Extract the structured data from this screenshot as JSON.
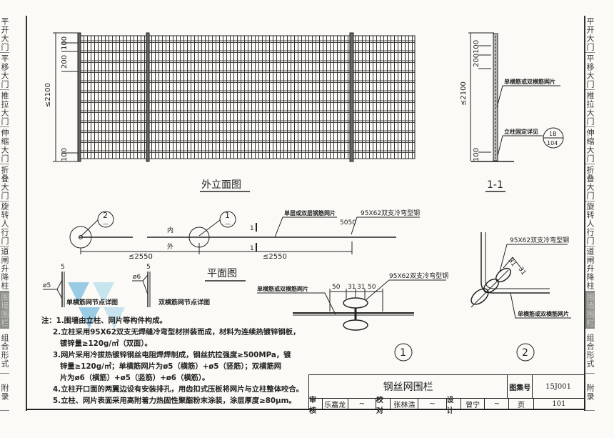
{
  "side_tabs": [
    "平开大门",
    "平移大门",
    "推拉大门",
    "伸缩大门",
    "折叠大门",
    "旋转人行门",
    "道闸升降柱",
    "围墙围栏",
    "组合形式",
    "附录"
  ],
  "active_tab": "围墙围栏",
  "elevation": {
    "title": "外立面图",
    "dim_total": "≤2100",
    "dim_top_a": "200",
    "dim_top_b": "100",
    "dim_bottom": "100"
  },
  "section": {
    "title": "1-1",
    "dim_total": "≤2100",
    "dim_top_a": "200",
    "dim_top_b": "100",
    "dim_bottom": "100",
    "label_mesh": "单横筋或双横筋网片",
    "label_post": "立柱固定详见",
    "ref_top": "1B",
    "ref_bottom": "104"
  },
  "plan": {
    "title": "平面图",
    "inside": "内",
    "outside": "外",
    "section_mark": "1",
    "dim_span_1": "≤2550",
    "dim_span_2": "≤2550",
    "dim_5050": "5050",
    "label_mesh": "单层或双层钢筋网片",
    "label_post": "95X62双支冷弯型钢",
    "callout_1": "1",
    "callout_2": "2",
    "callout_sub": "—"
  },
  "node_details": {
    "single_dim": "5",
    "single_dia": "ø5",
    "single_label": "单横筋网节点详图",
    "double_dim": "5",
    "double_dia": "ø6",
    "double_label": "双横筋网节点详图"
  },
  "detail_1": {
    "number": "1",
    "dims": [
      "50",
      "31",
      "31",
      "50"
    ],
    "label_post": "95X62双支冷弯型钢",
    "label_mesh": "单横筋或双横筋网片"
  },
  "detail_2": {
    "number": "2",
    "dims": [
      "31",
      "31"
    ],
    "label_post": "95X62双支冷弯型钢",
    "label_mesh": "单横筋或双横筋网片"
  },
  "notes": {
    "prefix": "注：",
    "lines": [
      "1.围墙由立柱、网片等构件构成。",
      "2.立柱采用95X62双支无焊缝冷弯型材拼装而成，材料为连续热镀锌钢板，",
      "镀锌量≥120g/㎡（双面）。",
      "3.网片采用冷拔热镀锌钢丝电阻焊焊制成，钢丝抗拉强度≥500MPa，镀",
      "锌量≥120g/㎡；单横筋网片为ø5（横筋）+ø5（竖筋）；双横筋网",
      "片为ø6（横筋）+ø5（竖筋）+ø6（横筋）。",
      "4.立柱开口面的两翼边设有安装排孔，用齿扣式压板将网片与立柱整体咬合。",
      "5.立柱、网片表面采用高附着力热固性聚酯粉末涂装，涂层厚度≥80μm。"
    ]
  },
  "title_block": {
    "title": "钢丝网围栏",
    "atlas_label": "图集号",
    "atlas_no": "15J001",
    "review_label": "审核",
    "reviewer": "乐嘉龙",
    "check_label": "校对",
    "checker": "张林浩",
    "design_label": "设计",
    "designer": "曾宁",
    "page_label": "页",
    "page_no": "101"
  }
}
